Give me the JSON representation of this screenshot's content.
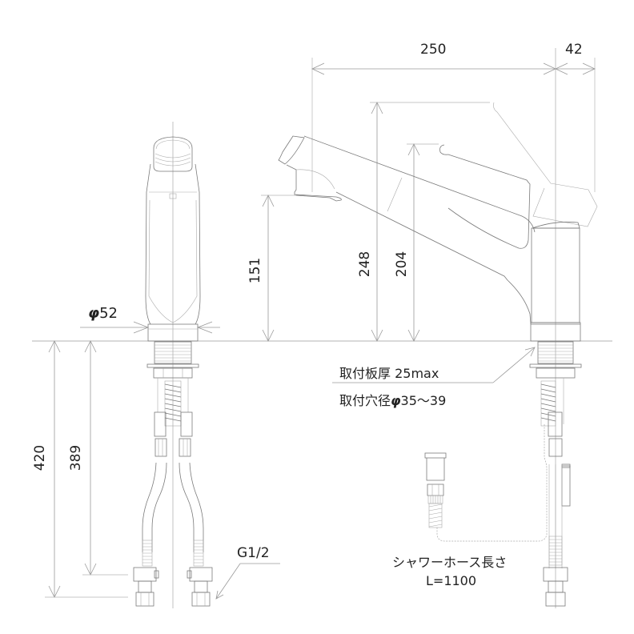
{
  "drawing": {
    "type": "faucet-dimension-drawing",
    "views": [
      "front-view",
      "side-view"
    ]
  },
  "dimensions": {
    "spout_reach": "250",
    "lever_overhang": "42",
    "spout_height": "151",
    "lever_top_height": "248",
    "body_height": "204",
    "base_diameter_symbol": "φ",
    "base_diameter": "52",
    "total_below_counter": "420",
    "hose_to_fitting": "389"
  },
  "annotations": {
    "mount_thickness": "取付板厚 25max",
    "mount_hole_prefix": "取付穴径",
    "mount_hole_symbol": "φ",
    "mount_hole_range": "35～39",
    "connection_thread": "G1/2",
    "shower_hose_label": "シャワーホース長さ",
    "shower_hose_length": "L=1100"
  },
  "colors": {
    "line": "#7a7a7a",
    "dimension_line": "#9a9a9a",
    "text": "#222222",
    "background": "#ffffff"
  }
}
